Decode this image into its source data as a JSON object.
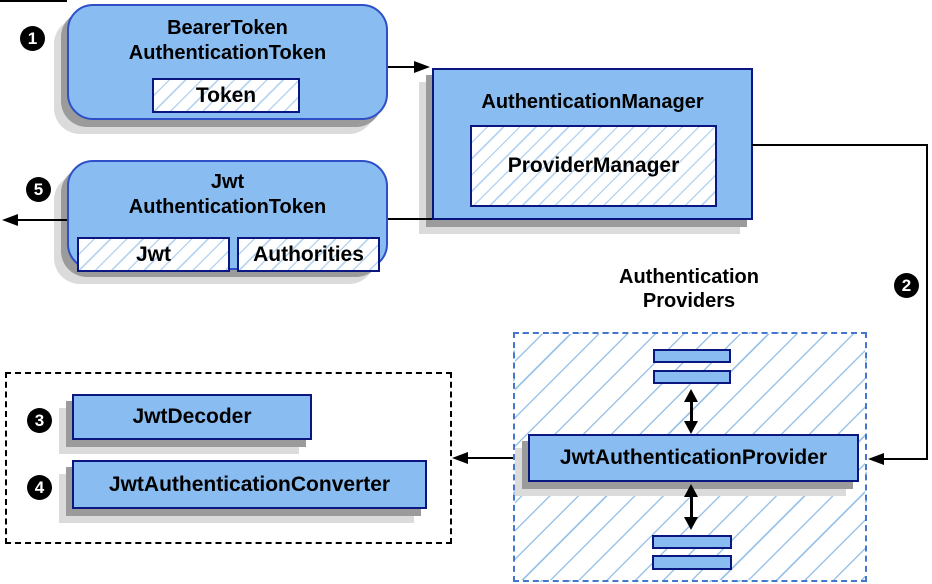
{
  "steps": {
    "s1": "1",
    "s2": "2",
    "s3": "3",
    "s4": "4",
    "s5": "5"
  },
  "nodes": {
    "bearer_token": {
      "title_line1": "BearerToken",
      "title_line2": "AuthenticationToken",
      "token_field": "Token"
    },
    "authentication_manager": {
      "title": "AuthenticationManager",
      "provider_manager_field": "ProviderManager"
    },
    "jwt_authentication_token": {
      "title_line1": "Jwt",
      "title_line2": "AuthenticationToken",
      "jwt_field": "Jwt",
      "authorities_field": "Authorities"
    },
    "authentication_providers": {
      "label_line1": "Authentication",
      "label_line2": "Providers",
      "provider_box": "JwtAuthenticationProvider"
    },
    "converters": {
      "decoder_box": "JwtDecoder",
      "converter_box": "JwtAuthenticationConverter"
    }
  },
  "colors": {
    "node_fill": "#89BDF2",
    "node_border": "#0A1780",
    "rounded_border": "#2E4FC8",
    "hatch_line": "#9CC3E8",
    "field_hatch": "#B7D5F2",
    "blue_dashed": "#4477CC",
    "black_dashed": "#000000",
    "shadow_dark": "#9B9B9B",
    "shadow_light": "#DBDBDB",
    "connector": "#000000"
  }
}
